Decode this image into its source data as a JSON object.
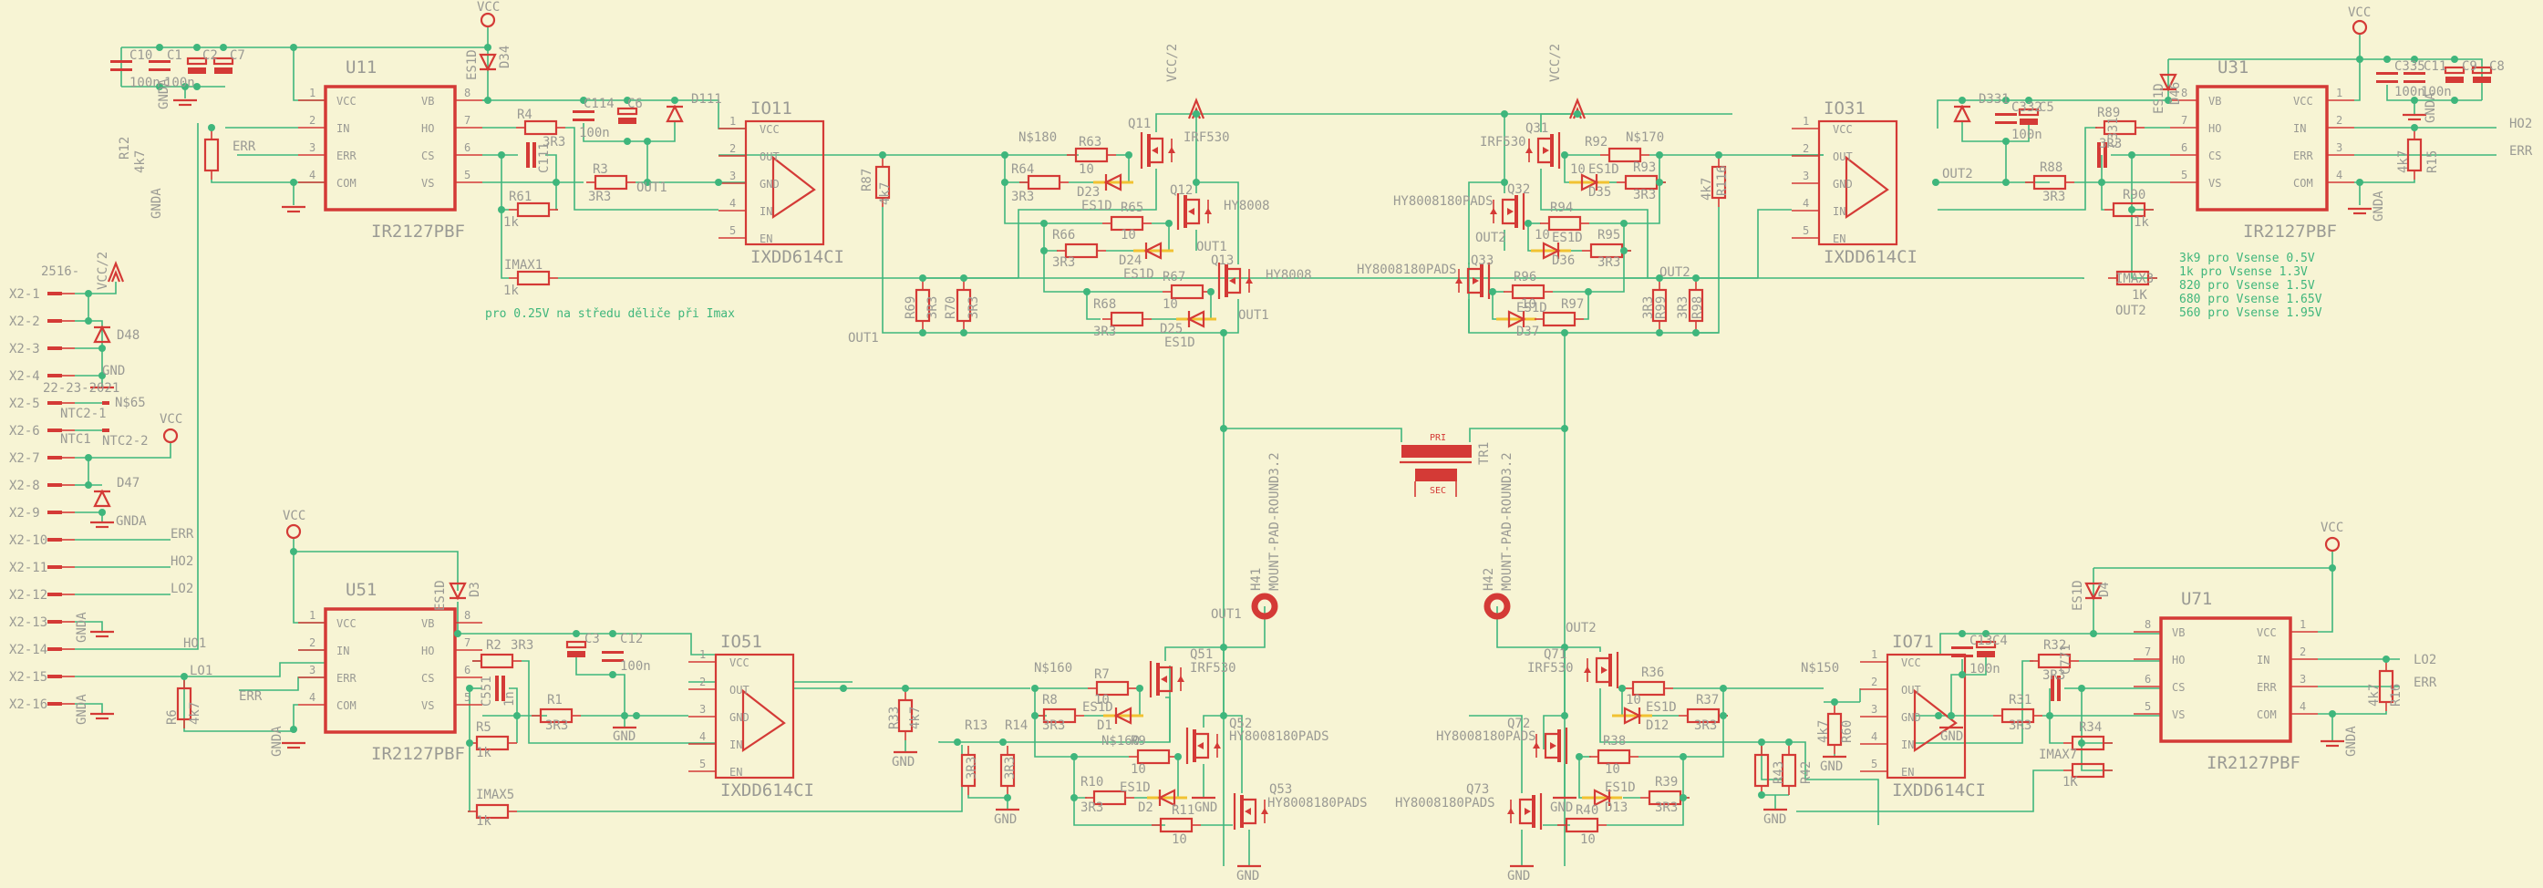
{
  "sheet": {
    "background": "#f7f4d4",
    "colors": {
      "wire": "#3fb67c",
      "part": "#d43a36",
      "label": "#9a9a94",
      "highlight": "#f1c232"
    }
  },
  "connector": {
    "pins": [
      "X2-1",
      "X2-2",
      "X2-3",
      "X2-4",
      "X2-5",
      "X2-6",
      "X2-7",
      "X2-8",
      "X2-9",
      "X2-10",
      "X2-11",
      "X2-12",
      "X2-13",
      "X2-14",
      "X2-15",
      "X2-16"
    ],
    "labels": {
      "header": "2516-",
      "vcc2": "VCC/2",
      "d48": "D48",
      "gnd": "GND",
      "part2": "22-23-2021",
      "ns65": "N$65",
      "ntc21": "NTC2-1",
      "ntc1": "NTC1",
      "ntc22": "NTC2-2",
      "vcc": "VCC",
      "d47": "D47",
      "gnda": "GNDA",
      "err": "ERR",
      "ho2": "HO2",
      "lo2": "LO2",
      "gnda13": "GNDA",
      "ho1": "HO1",
      "lo1": "LO1",
      "gnda16": "GNDA",
      "r6": "R6",
      "r6v": "4k7"
    }
  },
  "drivers": [
    {
      "ref": "U11",
      "part": "IR2127PBF",
      "left_pins": [
        [
          "1",
          "VCC"
        ],
        [
          "2",
          "IN"
        ],
        [
          "3",
          "ERR"
        ],
        [
          "4",
          "COM"
        ]
      ],
      "right_pins": [
        [
          "8",
          "VB"
        ],
        [
          "7",
          "HO"
        ],
        [
          "6",
          "CS"
        ],
        [
          "5",
          "VS"
        ]
      ]
    },
    {
      "ref": "U51",
      "part": "IR2127PBF",
      "left_pins": [
        [
          "1",
          "VCC"
        ],
        [
          "2",
          "IN"
        ],
        [
          "3",
          "ERR"
        ],
        [
          "4",
          "COM"
        ]
      ],
      "right_pins": [
        [
          "8",
          "VB"
        ],
        [
          "7",
          "HO"
        ],
        [
          "6",
          "CS"
        ],
        [
          "5",
          "VS"
        ]
      ]
    },
    {
      "ref": "U31",
      "part": "IR2127PBF",
      "left_pins": [
        [
          "8",
          "VB"
        ],
        [
          "7",
          "HO"
        ],
        [
          "6",
          "CS"
        ],
        [
          "5",
          "VS"
        ]
      ],
      "right_pins": [
        [
          "1",
          "VCC"
        ],
        [
          "2",
          "IN"
        ],
        [
          "3",
          "ERR"
        ],
        [
          "4",
          "COM"
        ]
      ]
    },
    {
      "ref": "U71",
      "part": "IR2127PBF",
      "left_pins": [
        [
          "8",
          "VB"
        ],
        [
          "7",
          "HO"
        ],
        [
          "6",
          "CS"
        ],
        [
          "5",
          "VS"
        ]
      ],
      "right_pins": [
        [
          "1",
          "VCC"
        ],
        [
          "2",
          "IN"
        ],
        [
          "3",
          "ERR"
        ],
        [
          "4",
          "COM"
        ]
      ]
    }
  ],
  "gates": [
    {
      "ref": "IO11",
      "part": "IXDD614CI",
      "pins": [
        [
          "1",
          "VCC"
        ],
        [
          "2",
          "OUT"
        ],
        [
          "3",
          "GND"
        ],
        [
          "4",
          "IN"
        ],
        [
          "5",
          "EN"
        ]
      ]
    },
    {
      "ref": "IO51",
      "part": "IXDD614CI",
      "pins": [
        [
          "1",
          "VCC"
        ],
        [
          "2",
          "OUT"
        ],
        [
          "3",
          "GND"
        ],
        [
          "4",
          "IN"
        ],
        [
          "5",
          "EN"
        ]
      ]
    },
    {
      "ref": "IO31",
      "part": "IXDD614CI",
      "pins": [
        [
          "1",
          "VCC"
        ],
        [
          "2",
          "OUT"
        ],
        [
          "3",
          "GND"
        ],
        [
          "4",
          "IN"
        ],
        [
          "5",
          "EN"
        ]
      ]
    },
    {
      "ref": "IO71",
      "part": "IXDD614CI",
      "pins": [
        [
          "1",
          "VCC"
        ],
        [
          "2",
          "OUT"
        ],
        [
          "3",
          "GND"
        ],
        [
          "4",
          "IN"
        ],
        [
          "5",
          "EN"
        ]
      ]
    }
  ],
  "labels": [
    {
      "id": "vcc-top-left",
      "text": "VCC"
    },
    {
      "id": "c10",
      "text": "C10"
    },
    {
      "id": "c1",
      "text": "C1"
    },
    {
      "id": "c2",
      "text": "C2"
    },
    {
      "id": "c7",
      "text": "C7"
    },
    {
      "id": "c10v",
      "text": "100n"
    },
    {
      "id": "c1v",
      "text": "100n"
    },
    {
      "id": "gnda-c",
      "text": "GNDA"
    },
    {
      "id": "es1d-d34",
      "text": "ES1D"
    },
    {
      "id": "d34",
      "text": "D34"
    },
    {
      "id": "r12",
      "text": "R12"
    },
    {
      "id": "r12v",
      "text": "4k7"
    },
    {
      "id": "err-u11",
      "text": "ERR"
    },
    {
      "id": "gnda-u11",
      "text": "GNDA"
    },
    {
      "id": "r4",
      "text": "R4"
    },
    {
      "id": "r4v",
      "text": "3R3"
    },
    {
      "id": "c111",
      "text": "C111"
    },
    {
      "id": "c114",
      "text": "C114"
    },
    {
      "id": "c6",
      "text": "C6"
    },
    {
      "id": "c114v",
      "text": "100n"
    },
    {
      "id": "d111",
      "text": "D111"
    },
    {
      "id": "r3",
      "text": "R3"
    },
    {
      "id": "r3v",
      "text": "3R3"
    },
    {
      "id": "out1-a",
      "text": "OUT1"
    },
    {
      "id": "r61",
      "text": "R61"
    },
    {
      "id": "r61v",
      "text": "1k"
    },
    {
      "id": "imax1",
      "text": "IMAX1"
    },
    {
      "id": "imax1v",
      "text": "1k"
    },
    {
      "id": "r87",
      "text": "R87"
    },
    {
      "id": "r87v",
      "text": "4k7"
    },
    {
      "id": "r69",
      "text": "R69"
    },
    {
      "id": "r69v",
      "text": "3R3"
    },
    {
      "id": "r70",
      "text": "R70"
    },
    {
      "id": "r70v",
      "text": "3R3"
    },
    {
      "id": "out1-b",
      "text": "OUT1"
    },
    {
      "id": "ns180",
      "text": "N$180"
    },
    {
      "id": "r63",
      "text": "R63"
    },
    {
      "id": "r63v",
      "text": "10"
    },
    {
      "id": "r64",
      "text": "R64"
    },
    {
      "id": "r64v",
      "text": "3R3"
    },
    {
      "id": "d23",
      "text": "D23"
    },
    {
      "id": "d23v",
      "text": "ES1D"
    },
    {
      "id": "r65",
      "text": "R65"
    },
    {
      "id": "r65v",
      "text": "10"
    },
    {
      "id": "r66",
      "text": "R66"
    },
    {
      "id": "r66v",
      "text": "3R3"
    },
    {
      "id": "d24",
      "text": "D24"
    },
    {
      "id": "d24v",
      "text": "ES1D"
    },
    {
      "id": "r67",
      "text": "R67"
    },
    {
      "id": "r67v",
      "text": "10"
    },
    {
      "id": "r68",
      "text": "R68"
    },
    {
      "id": "r68v",
      "text": "3R3"
    },
    {
      "id": "d25",
      "text": "D25"
    },
    {
      "id": "d25v",
      "text": "ES1D"
    },
    {
      "id": "q11",
      "text": "Q11"
    },
    {
      "id": "q11v",
      "text": "IRF530"
    },
    {
      "id": "q12",
      "text": "Q12"
    },
    {
      "id": "q12v",
      "text": "HY8008"
    },
    {
      "id": "out1-c",
      "text": "OUT1"
    },
    {
      "id": "q13",
      "text": "Q13"
    },
    {
      "id": "q13v",
      "text": "HY8008"
    },
    {
      "id": "out1-d",
      "text": "OUT1"
    },
    {
      "id": "vcc2-a",
      "text": "VCC/2"
    },
    {
      "id": "vcc2-b",
      "text": "VCC/2"
    },
    {
      "id": "q31",
      "text": "Q31"
    },
    {
      "id": "q31v",
      "text": "IRF530"
    },
    {
      "id": "r92",
      "text": "R92"
    },
    {
      "id": "ns170",
      "text": "N$170"
    },
    {
      "id": "r92v",
      "text": "10"
    },
    {
      "id": "d35v",
      "text": "ES1D"
    },
    {
      "id": "d35",
      "text": "D35"
    },
    {
      "id": "r93",
      "text": "R93"
    },
    {
      "id": "r93v",
      "text": "3R3"
    },
    {
      "id": "q32",
      "text": "Q32"
    },
    {
      "id": "q32v",
      "text": "HY8008180PADS"
    },
    {
      "id": "r94",
      "text": "R94"
    },
    {
      "id": "r94v",
      "text": "10"
    },
    {
      "id": "d36v",
      "text": "ES1D"
    },
    {
      "id": "d36",
      "text": "D36"
    },
    {
      "id": "r95",
      "text": "R95"
    },
    {
      "id": "r95v",
      "text": "3R3"
    },
    {
      "id": "out2-a",
      "text": "OUT2"
    },
    {
      "id": "q33",
      "text": "Q33"
    },
    {
      "id": "q33v",
      "text": "HY8008180PADS"
    },
    {
      "id": "r96",
      "text": "R96"
    },
    {
      "id": "r96v",
      "text": "10"
    },
    {
      "id": "d37v",
      "text": "ES1D"
    },
    {
      "id": "d37",
      "text": "D37"
    },
    {
      "id": "r97",
      "text": "R97"
    },
    {
      "id": "out2-b",
      "text": "OUT2"
    },
    {
      "id": "r99",
      "text": "R99"
    },
    {
      "id": "r99v",
      "text": "3R3"
    },
    {
      "id": "r98",
      "text": "R98"
    },
    {
      "id": "r98v",
      "text": "3R3"
    },
    {
      "id": "r116",
      "text": "R116"
    },
    {
      "id": "r116v",
      "text": "4k7"
    },
    {
      "id": "d331",
      "text": "D331"
    },
    {
      "id": "c332",
      "text": "C332"
    },
    {
      "id": "c5",
      "text": "C5"
    },
    {
      "id": "c332v",
      "text": "100n"
    },
    {
      "id": "out2-c",
      "text": "OUT2"
    },
    {
      "id": "r88",
      "text": "R88"
    },
    {
      "id": "r88v",
      "text": "3R3"
    },
    {
      "id": "r89",
      "text": "R89"
    },
    {
      "id": "r89v",
      "text": "3R3"
    },
    {
      "id": "c331",
      "text": "C331"
    },
    {
      "id": "r90",
      "text": "R90"
    },
    {
      "id": "r90v",
      "text": "1k"
    },
    {
      "id": "imax3",
      "text": "IMAX3"
    },
    {
      "id": "imax3v",
      "text": "1K"
    },
    {
      "id": "out2-d",
      "text": "OUT2"
    },
    {
      "id": "es1d-d46",
      "text": "ES1D"
    },
    {
      "id": "d46",
      "text": "D46"
    },
    {
      "id": "vcc-top-right",
      "text": "VCC"
    },
    {
      "id": "c335",
      "text": "C335"
    },
    {
      "id": "c11",
      "text": "C11"
    },
    {
      "id": "c9",
      "text": "C9"
    },
    {
      "id": "c8",
      "text": "C8"
    },
    {
      "id": "c335v",
      "text": "100n"
    },
    {
      "id": "c11v",
      "text": "100n"
    },
    {
      "id": "gnda-c3",
      "text": "GNDA"
    },
    {
      "id": "ho2-out",
      "text": "HO2"
    },
    {
      "id": "err-u31",
      "text": "ERR"
    },
    {
      "id": "r15",
      "text": "R15"
    },
    {
      "id": "r15v",
      "text": "4k7"
    },
    {
      "id": "gnda-u31",
      "text": "GNDA"
    },
    {
      "id": "tr1",
      "text": "TR1"
    },
    {
      "id": "pri",
      "text": "PRI"
    },
    {
      "id": "sec",
      "text": "SEC"
    },
    {
      "id": "h41",
      "text": "H41"
    },
    {
      "id": "h41v",
      "text": "MOUNT-PAD-ROUND3.2"
    },
    {
      "id": "h42",
      "text": "H42"
    },
    {
      "id": "h42v",
      "text": "MOUNT-PAD-ROUND3.2"
    },
    {
      "id": "out1-e",
      "text": "OUT1"
    },
    {
      "id": "out2-e",
      "text": "OUT2"
    },
    {
      "id": "vcc-bl",
      "text": "VCC"
    },
    {
      "id": "es1d-d3",
      "text": "ES1D"
    },
    {
      "id": "d3",
      "text": "D3"
    },
    {
      "id": "err-u51",
      "text": "ERR"
    },
    {
      "id": "gnda-u51",
      "text": "GNDA"
    },
    {
      "id": "r2",
      "text": "R2"
    },
    {
      "id": "r2v",
      "text": "3R3"
    },
    {
      "id": "c3",
      "text": "C3"
    },
    {
      "id": "c12",
      "text": "C12"
    },
    {
      "id": "c12v",
      "text": "100n"
    },
    {
      "id": "c551",
      "text": "C551"
    },
    {
      "id": "c551v",
      "text": "1n"
    },
    {
      "id": "r1",
      "text": "R1"
    },
    {
      "id": "r1v",
      "text": "3R3"
    },
    {
      "id": "gnd-io51",
      "text": "GND"
    },
    {
      "id": "r5",
      "text": "R5"
    },
    {
      "id": "r5v",
      "text": "1k"
    },
    {
      "id": "imax5",
      "text": "IMAX5"
    },
    {
      "id": "imax5v",
      "text": "1k"
    },
    {
      "id": "r33",
      "text": "R33"
    },
    {
      "id": "r33v",
      "text": "4k7"
    },
    {
      "id": "gnd-r33",
      "text": "GND"
    },
    {
      "id": "r13",
      "text": "R13"
    },
    {
      "id": "r13v",
      "text": "3R3"
    },
    {
      "id": "r14",
      "text": "R14"
    },
    {
      "id": "r14v",
      "text": "3R3"
    },
    {
      "id": "gnd-r14",
      "text": "GND"
    },
    {
      "id": "ns160",
      "text": "N$160"
    },
    {
      "id": "r7",
      "text": "R7"
    },
    {
      "id": "r7v",
      "text": "10"
    },
    {
      "id": "r8",
      "text": "R8"
    },
    {
      "id": "r8v",
      "text": "3R3"
    },
    {
      "id": "d1v",
      "text": "ES1D"
    },
    {
      "id": "d1",
      "text": "D1"
    },
    {
      "id": "ns160b",
      "text": "N$160"
    },
    {
      "id": "r9",
      "text": "R9"
    },
    {
      "id": "r9v",
      "text": "10"
    },
    {
      "id": "r10",
      "text": "R10"
    },
    {
      "id": "r10v",
      "text": "3R3"
    },
    {
      "id": "d2v",
      "text": "ES1D"
    },
    {
      "id": "d2",
      "text": "D2"
    },
    {
      "id": "r11",
      "text": "R11"
    },
    {
      "id": "r11v",
      "text": "10"
    },
    {
      "id": "q51",
      "text": "Q51"
    },
    {
      "id": "q51v",
      "text": "IRF530"
    },
    {
      "id": "q52",
      "text": "Q52"
    },
    {
      "id": "q52v",
      "text": "HY8008180PADS"
    },
    {
      "id": "gnd-q52",
      "text": "GND"
    },
    {
      "id": "q53",
      "text": "Q53"
    },
    {
      "id": "q53v",
      "text": "HY8008180PADS"
    },
    {
      "id": "gnd-q53",
      "text": "GND"
    },
    {
      "id": "q71",
      "text": "Q71"
    },
    {
      "id": "q71v",
      "text": "IRF530"
    },
    {
      "id": "q72",
      "text": "Q72"
    },
    {
      "id": "q72v",
      "text": "HY8008180PADS"
    },
    {
      "id": "gnd-q72",
      "text": "GND"
    },
    {
      "id": "q73",
      "text": "Q73"
    },
    {
      "id": "q73v",
      "text": "HY8008180PADS"
    },
    {
      "id": "gnd-q73",
      "text": "GND"
    },
    {
      "id": "r36",
      "text": "R36"
    },
    {
      "id": "r36v",
      "text": "10"
    },
    {
      "id": "d12v",
      "text": "ES1D"
    },
    {
      "id": "d12",
      "text": "D12"
    },
    {
      "id": "r37",
      "text": "R37"
    },
    {
      "id": "r37v",
      "text": "3R3"
    },
    {
      "id": "r38",
      "text": "R38"
    },
    {
      "id": "r38v",
      "text": "10"
    },
    {
      "id": "d13v",
      "text": "ES1D"
    },
    {
      "id": "d13",
      "text": "D13"
    },
    {
      "id": "r39",
      "text": "R39"
    },
    {
      "id": "r39v",
      "text": "3R3"
    },
    {
      "id": "r40",
      "text": "R40"
    },
    {
      "id": "r40v",
      "text": "10"
    },
    {
      "id": "r43",
      "text": "R43"
    },
    {
      "id": "r42",
      "text": "R42"
    },
    {
      "id": "gnd-r43",
      "text": "GND"
    },
    {
      "id": "ns150",
      "text": "N$150"
    },
    {
      "id": "r60",
      "text": "R60"
    },
    {
      "id": "r60v",
      "text": "4k7"
    },
    {
      "id": "gnd-r60",
      "text": "GND"
    },
    {
      "id": "c13",
      "text": "C13"
    },
    {
      "id": "c4",
      "text": "C4"
    },
    {
      "id": "c13v",
      "text": "100n"
    },
    {
      "id": "gnd-io71",
      "text": "GND"
    },
    {
      "id": "r32",
      "text": "R32"
    },
    {
      "id": "r32v",
      "text": "3R3"
    },
    {
      "id": "c771",
      "text": "C771"
    },
    {
      "id": "r31",
      "text": "R31"
    },
    {
      "id": "r31v",
      "text": "3R3"
    },
    {
      "id": "r34",
      "text": "R34"
    },
    {
      "id": "imax7",
      "text": "IMAX7"
    },
    {
      "id": "imax7v",
      "text": "1K"
    },
    {
      "id": "es1d-d4",
      "text": "ES1D"
    },
    {
      "id": "d4",
      "text": "D4"
    },
    {
      "id": "vcc-br",
      "text": "VCC"
    },
    {
      "id": "lo2-out",
      "text": "LO2"
    },
    {
      "id": "err-u71",
      "text": "ERR"
    },
    {
      "id": "r16",
      "text": "R16"
    },
    {
      "id": "r16v",
      "text": "4k7"
    },
    {
      "id": "gnda-u71",
      "text": "GNDA"
    }
  ],
  "notes": {
    "imax_note": "pro 0.25V na středu děliče při Imax",
    "vsense": [
      "3k9 pro Vsense 0.5V",
      "1k pro Vsense 1.3V",
      "820 pro Vsense 1.5V",
      "680 pro Vsense 1.65V",
      "560 pro Vsense 1.95V"
    ]
  }
}
